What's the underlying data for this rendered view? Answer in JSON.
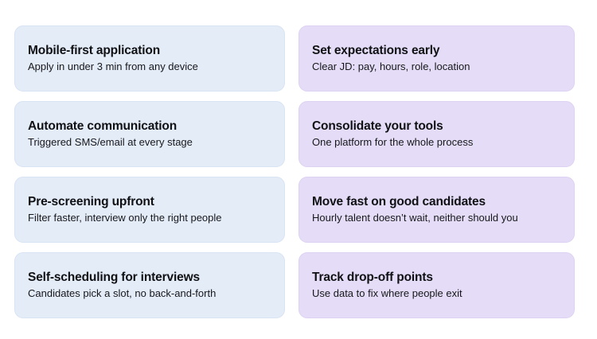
{
  "page": {
    "background_color": "#ffffff",
    "layout": "two-column-card-grid",
    "columns": 2,
    "rows": 4
  },
  "theme": {
    "blue_card_bg": "#e4ecf8",
    "blue_card_border": "#d8e3f3",
    "purple_card_bg": "#e5dcf7",
    "purple_card_border": "#ded2f2",
    "title_color": "#101114",
    "subtitle_color": "#17181b"
  },
  "left_column": {
    "accent": "blue",
    "cards": [
      {
        "title": "Mobile-first application",
        "subtitle": "Apply in under 3 min from any device"
      },
      {
        "title": "Automate communication",
        "subtitle": "Triggered SMS/email at every stage"
      },
      {
        "title": "Pre-screening upfront",
        "subtitle": "Filter faster, interview only the right people"
      },
      {
        "title": "Self-scheduling for interviews",
        "subtitle": "Candidates pick a slot, no back-and-forth"
      }
    ]
  },
  "right_column": {
    "accent": "purple",
    "cards": [
      {
        "title": "Set expectations early",
        "subtitle": "Clear JD: pay, hours, role, location"
      },
      {
        "title": "Consolidate your tools",
        "subtitle": "One platform for the whole process"
      },
      {
        "title": "Move fast on good candidates",
        "subtitle": "Hourly talent doesn’t wait, neither should you"
      },
      {
        "title": "Track drop-off points",
        "subtitle": "Use data to fix where people exit"
      }
    ]
  }
}
